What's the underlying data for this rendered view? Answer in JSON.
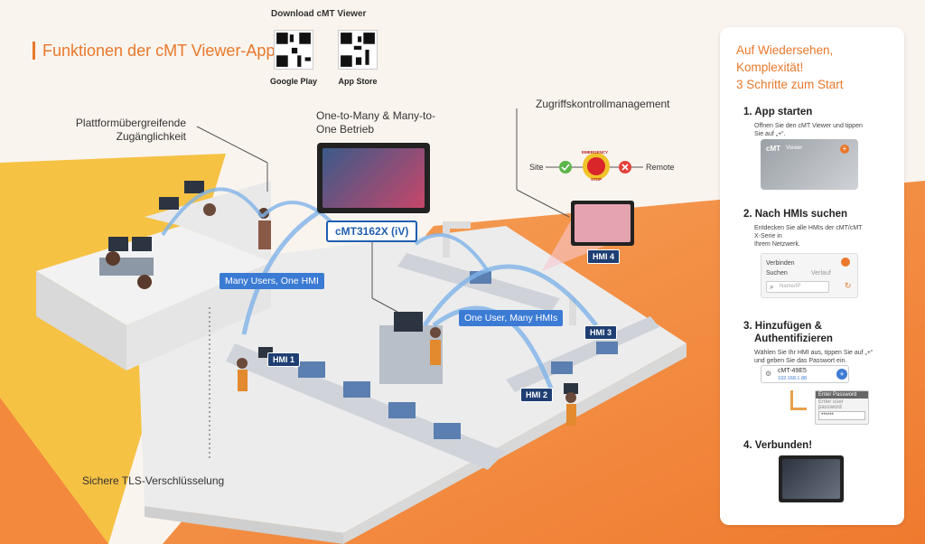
{
  "page": {
    "title": "Funktionen der cMT Viewer-App"
  },
  "download": {
    "title": "Download cMT Viewer",
    "stores": [
      {
        "label": "Google Play"
      },
      {
        "label": "App Store"
      }
    ]
  },
  "features": {
    "cross_platform": "Plattformübergreifende Zugänglichkeit",
    "one_to_many": "One-to-Many & Many-to-One Betrieb",
    "access_control": "Zugriffskontrollmanagement",
    "tls": "Sichere TLS-Verschlüsselung"
  },
  "access": {
    "site": "Site",
    "remote": "Remote",
    "estop_top": "EMERGENCY",
    "estop_bottom": "STOP"
  },
  "model": "cMT3162X (iV)",
  "tags": {
    "many_users": "Many Users, One HMI",
    "one_user": "One User, Many HMIs"
  },
  "hmis": [
    "HMI 1",
    "HMI 2",
    "HMI 3",
    "HMI 4"
  ],
  "side_panel": {
    "heading": [
      "Auf Wiedersehen,",
      "Komplexität!",
      "3 Schritte zum Start"
    ],
    "steps": [
      {
        "title": "1. App starten",
        "desc": "Offnen Sie den cMT Viewer und tippen Sie auf „+“.",
        "app_title": "cMT",
        "app_sub": "Viewer"
      },
      {
        "title": "2. Nach HMIs suchen",
        "desc_1": "Entdecken Sie alle HMIs der cMT/cMT X-Serie in",
        "desc_2": "Ihrem Netzwerk.",
        "ui_title": "Verbinden",
        "ui_label": "Suchen",
        "ui_value": "Verlauf",
        "ui_placeholder": "Name/IP"
      },
      {
        "title_1": "3. Hinzufügen &",
        "title_2": "Authentifizieren",
        "desc": "Wählen Sie Ihr HMI aus, tippen Sie auf „+“ und geben Sie das Passwort ein.",
        "device_name": "cMT-49E5",
        "device_ip": "192.168.1.88",
        "pw_title": "Enter Password",
        "pw_hint": "Enter user password",
        "pw_mask": "******"
      },
      {
        "title": "4. Verbunden!"
      }
    ]
  },
  "colors": {
    "accent": "#e8782b",
    "blue": "#3b7bd4",
    "navy": "#1f3f73",
    "orange_bg": "#f2893d",
    "yellow_bg": "#f6c244"
  }
}
